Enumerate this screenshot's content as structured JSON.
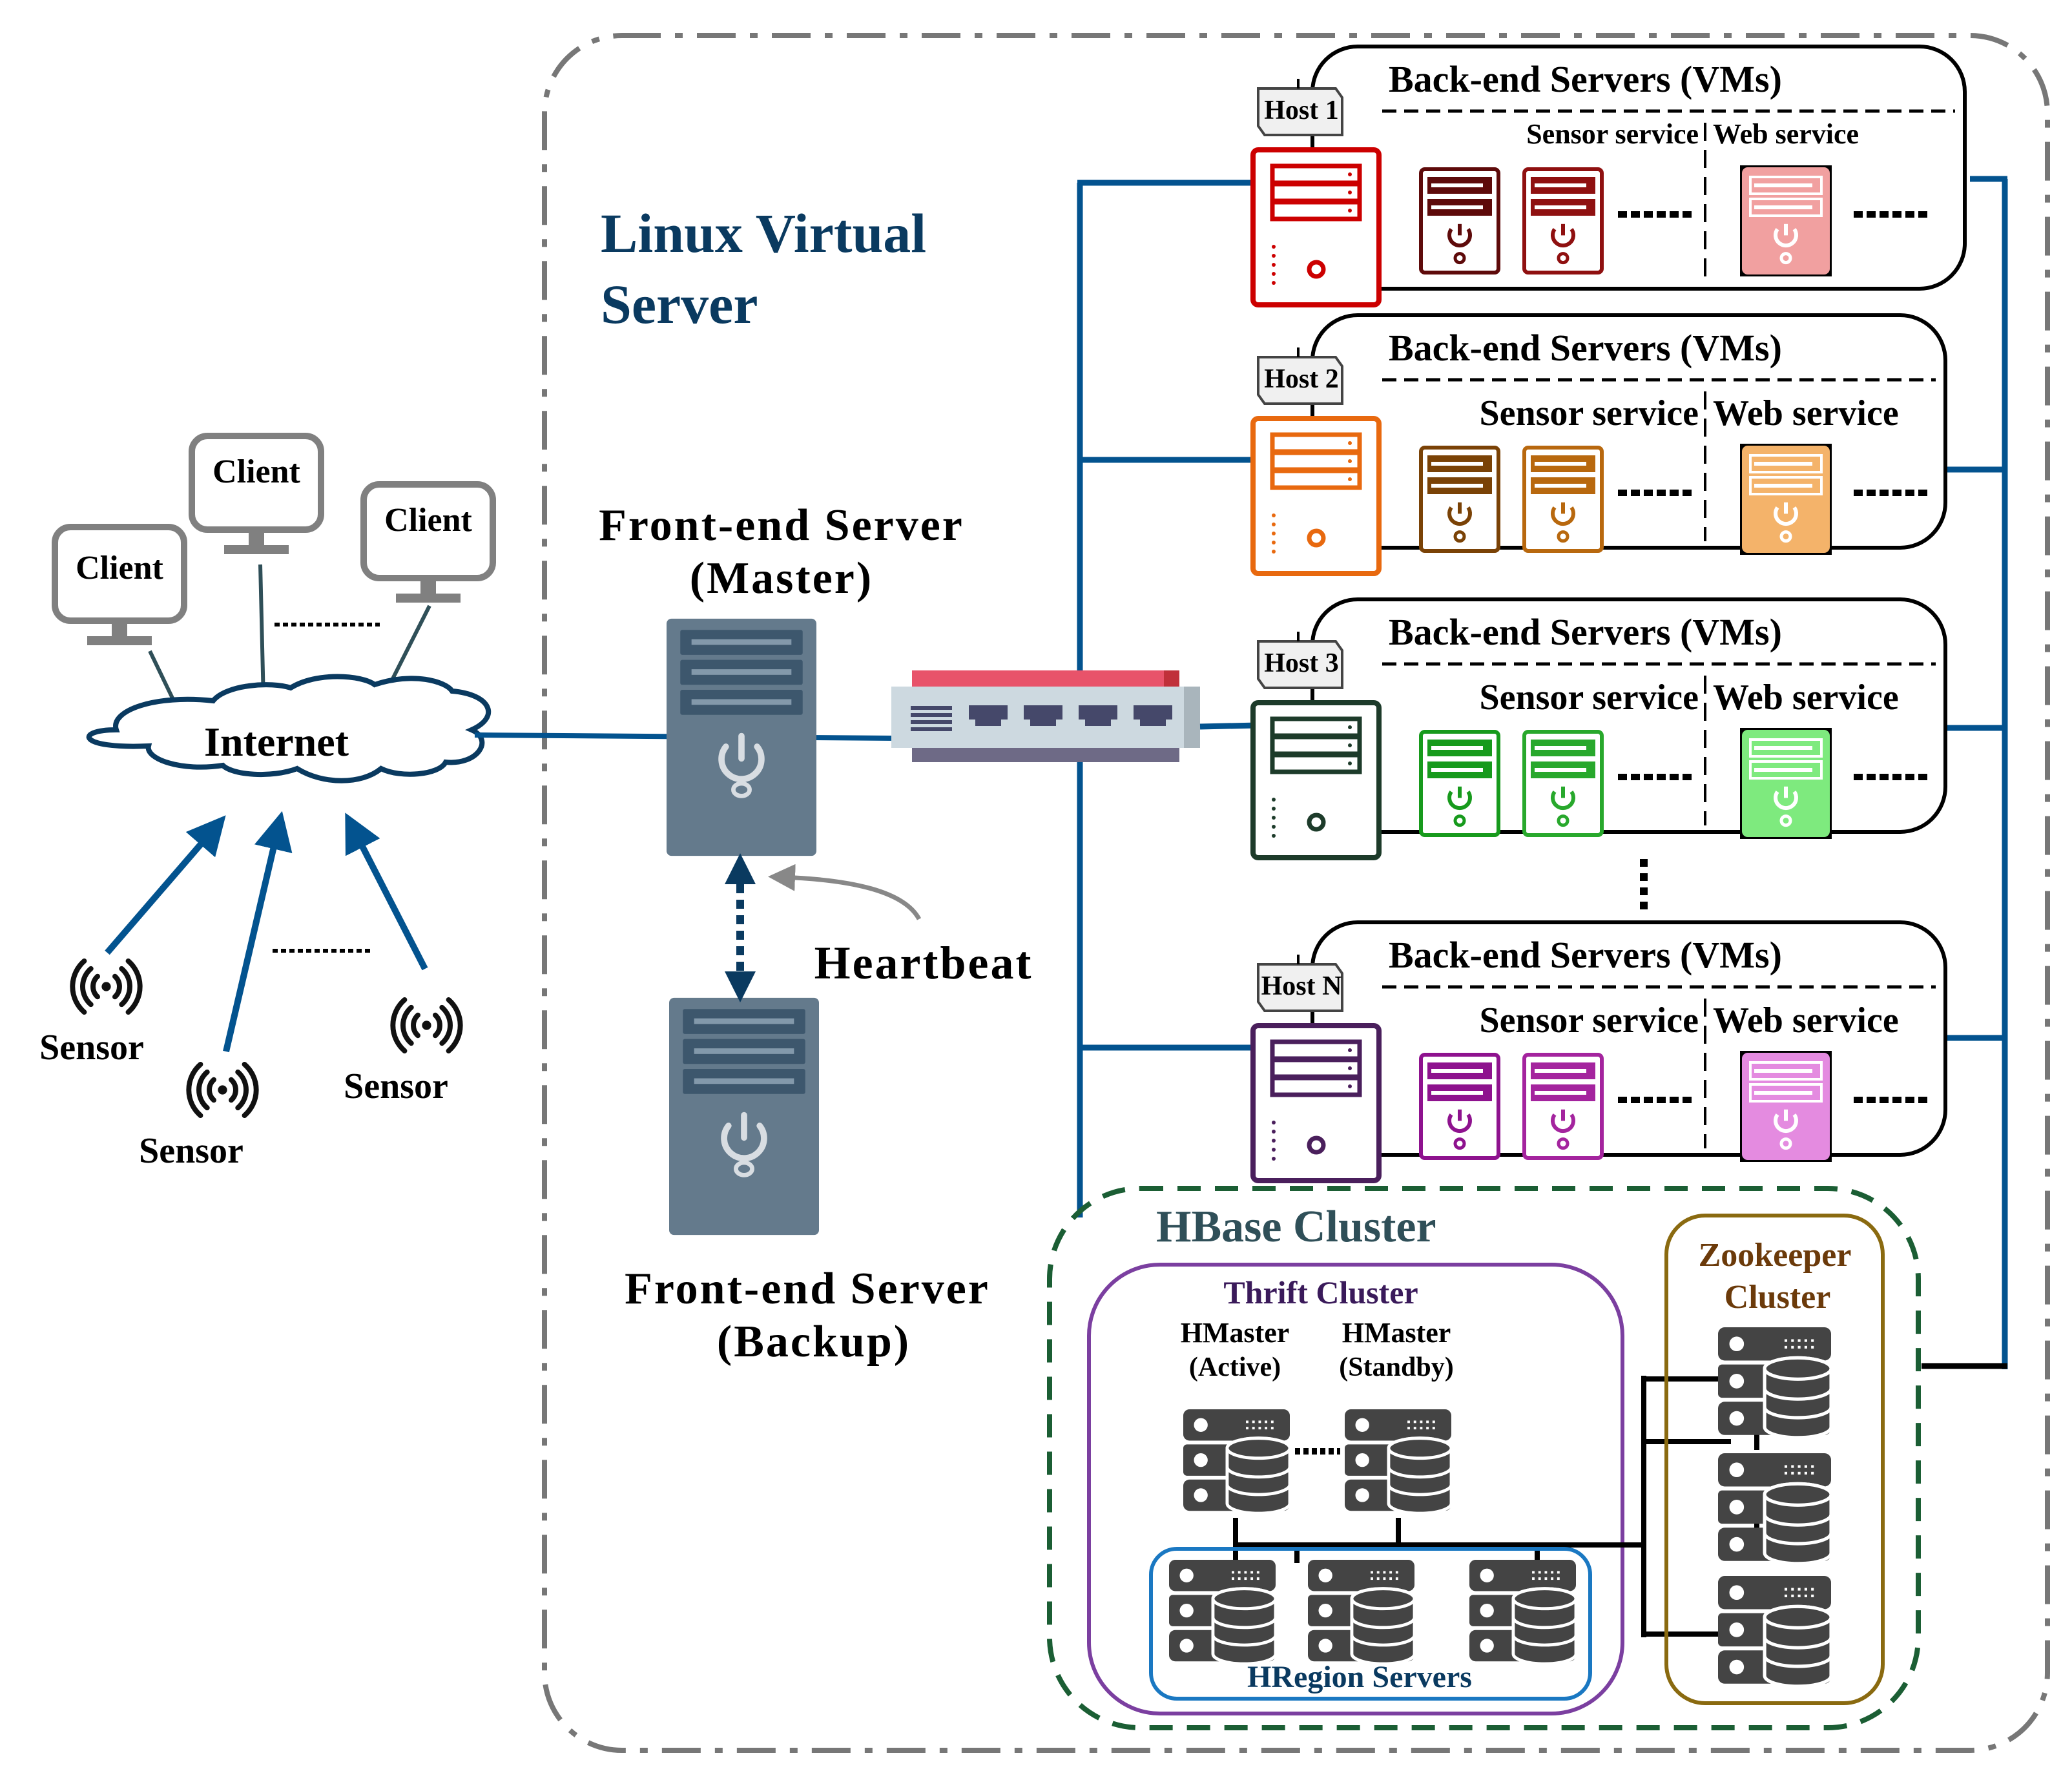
{
  "title": {
    "line1": "Linux Virtual",
    "line2": "Server"
  },
  "colors": {
    "link_blue": "#03538f",
    "title_navy": "#0a3a60",
    "lvs_border": "#777777",
    "hbase_border": "#1b5e34",
    "thrift_border": "#7b3fa0",
    "hregion_border": "#1a78c2",
    "zookeeper_border": "#8a6a10",
    "server_slate": "#647a8c"
  },
  "clients": [
    {
      "label": "Client"
    },
    {
      "label": "Client"
    },
    {
      "label": "Client"
    }
  ],
  "internet": {
    "label": "Internet"
  },
  "sensors": [
    {
      "label": "Sensor"
    },
    {
      "label": "Sensor"
    },
    {
      "label": "Sensor"
    }
  ],
  "frontend": {
    "master": {
      "line1": "Front-end Server",
      "line2": "(Master)"
    },
    "backup": {
      "line1": "Front-end Server",
      "line2": "(Backup)"
    },
    "heartbeat": "Heartbeat"
  },
  "hosts": [
    {
      "name": "Host 1",
      "header": "Back-end Servers (VMs)",
      "sensor_label": "Sensor service",
      "web_label": "Web service",
      "host_color": "#cc0000",
      "sensor_colors": [
        "#5e0a0a",
        "#8f1010"
      ],
      "web_color": "#f1a0a0"
    },
    {
      "name": "Host 2",
      "header": "Back-end Servers (VMs)",
      "sensor_label": "Sensor service",
      "web_label": "Web service",
      "host_color": "#e8690f",
      "sensor_colors": [
        "#7a4206",
        "#b8680e"
      ],
      "web_color": "#f4b36a"
    },
    {
      "name": "Host 3",
      "header": "Back-end Servers (VMs)",
      "sensor_label": "Sensor service",
      "web_label": "Web service",
      "host_color": "#1d3b2a",
      "sensor_colors": [
        "#179a1c",
        "#28a82c"
      ],
      "web_color": "#7eea7e"
    },
    {
      "name": "Host N",
      "header": "Back-end Servers (VMs)",
      "sensor_label": "Sensor service",
      "web_label": "Web service",
      "host_color": "#4a1f5c",
      "sensor_colors": [
        "#8e128e",
        "#a4249e"
      ],
      "web_color": "#e48be0"
    }
  ],
  "hbase": {
    "title": "HBase Cluster",
    "thrift": {
      "title": "Thrift Cluster",
      "masters": [
        {
          "line1": "HMaster",
          "line2": "(Active)"
        },
        {
          "line1": "HMaster",
          "line2": "(Standby)"
        }
      ]
    },
    "hregion": {
      "title": "HRegion Servers",
      "count": 3
    },
    "zookeeper": {
      "line1": "Zookeeper",
      "line2": "Cluster",
      "count": 3
    }
  }
}
